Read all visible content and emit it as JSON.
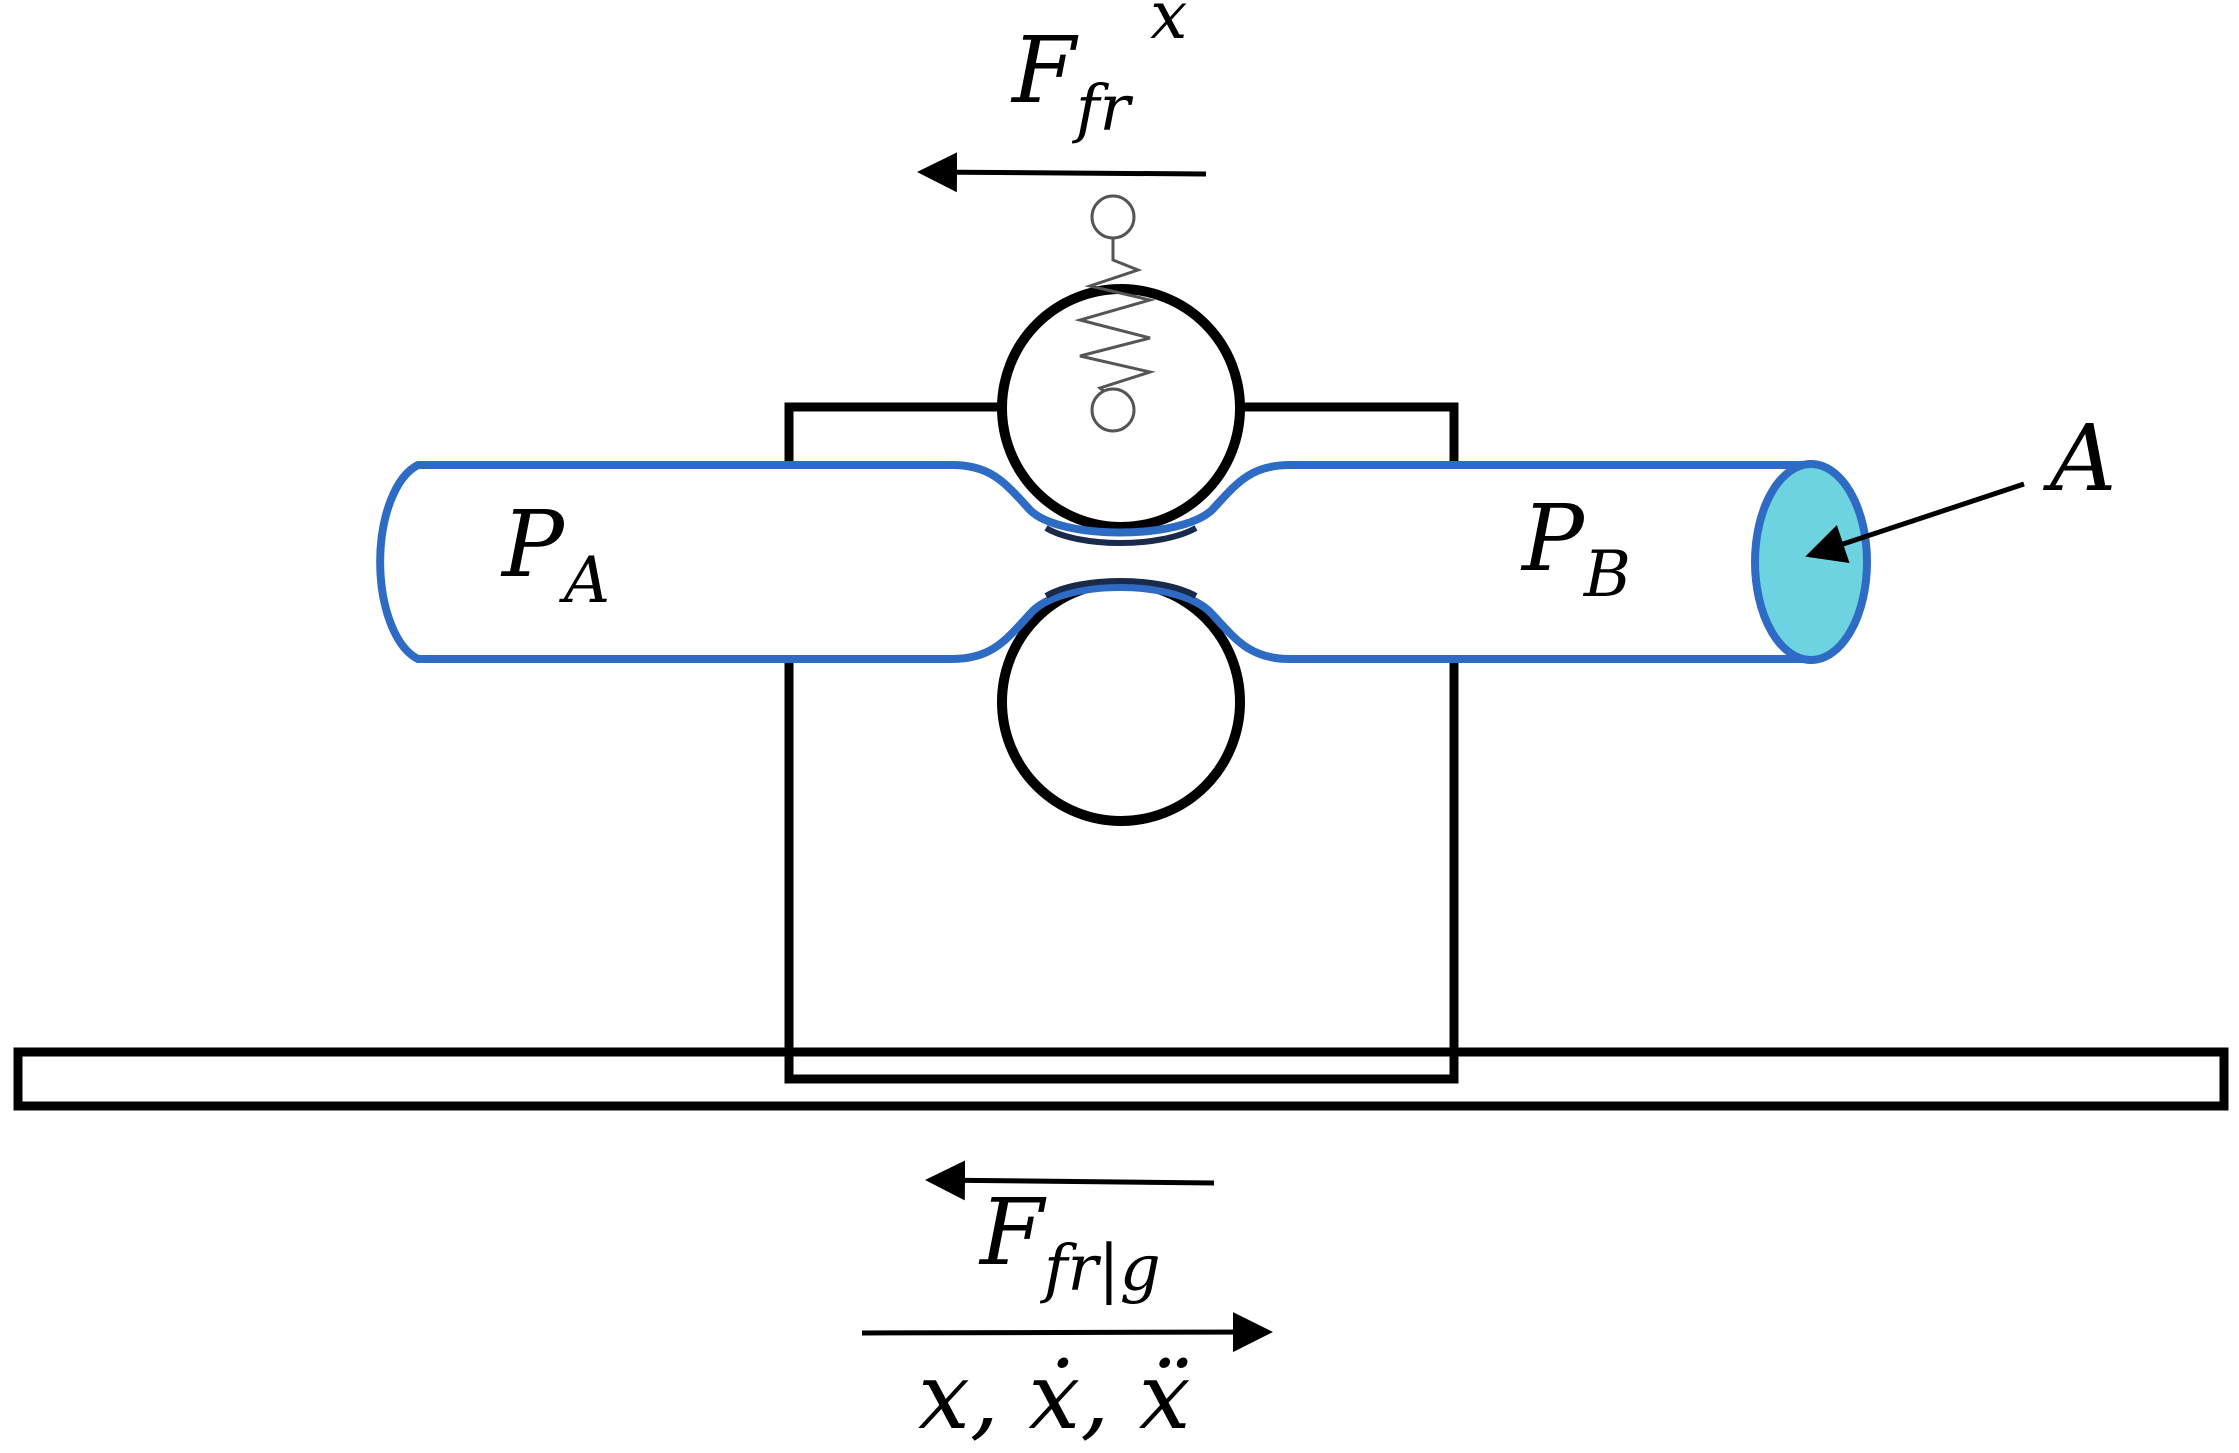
{
  "labels": {
    "friction_top": {
      "base": "F",
      "sub": "fr",
      "sup": "x"
    },
    "pressure_a": {
      "base": "P",
      "sub": "A"
    },
    "pressure_b": {
      "base": "P",
      "sub": "B"
    },
    "area": "A",
    "friction_ground": {
      "base": "F",
      "sub": "fr|g"
    },
    "kinematics": "x, ẋ, ẍ"
  },
  "colors": {
    "line": "#000000",
    "tube": "#2e6bc4",
    "area_fill": "#6dd3e0",
    "spring": "#555555",
    "background": "#ffffff"
  }
}
